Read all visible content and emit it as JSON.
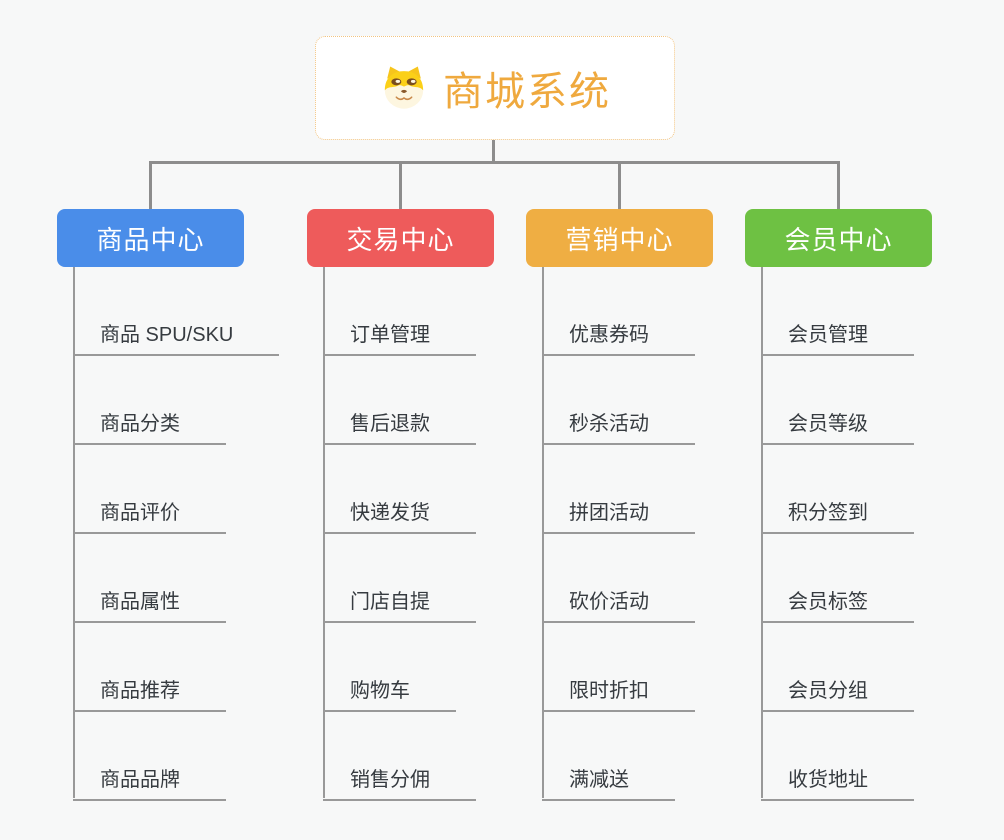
{
  "root": {
    "title": "商城系统",
    "icon": "shiba-dog-icon"
  },
  "theme": {
    "background": "#f7f8f8",
    "connector_color": "#8d8d8d",
    "leaf_line_color": "#999999",
    "root_border_color": "#f2c583",
    "root_text_color": "#efa93e",
    "leaf_text_color": "#363b40",
    "branch_text_color": "#ffffff"
  },
  "branches": [
    {
      "label": "商品中心",
      "color": "#4a8de9",
      "children": [
        "商品 SPU/SKU",
        "商品分类",
        "商品评价",
        "商品属性",
        "商品推荐",
        "商品品牌"
      ]
    },
    {
      "label": "交易中心",
      "color": "#ee5b5b",
      "children": [
        "订单管理",
        "售后退款",
        "快递发货",
        "门店自提",
        "购物车",
        "销售分佣"
      ]
    },
    {
      "label": "营销中心",
      "color": "#efae43",
      "children": [
        "优惠券码",
        "秒杀活动",
        "拼团活动",
        "砍价活动",
        "限时折扣",
        "满减送"
      ]
    },
    {
      "label": "会员中心",
      "color": "#6ec143",
      "children": [
        "会员管理",
        "会员等级",
        "积分签到",
        "会员标签",
        "会员分组",
        "收货地址"
      ]
    }
  ]
}
